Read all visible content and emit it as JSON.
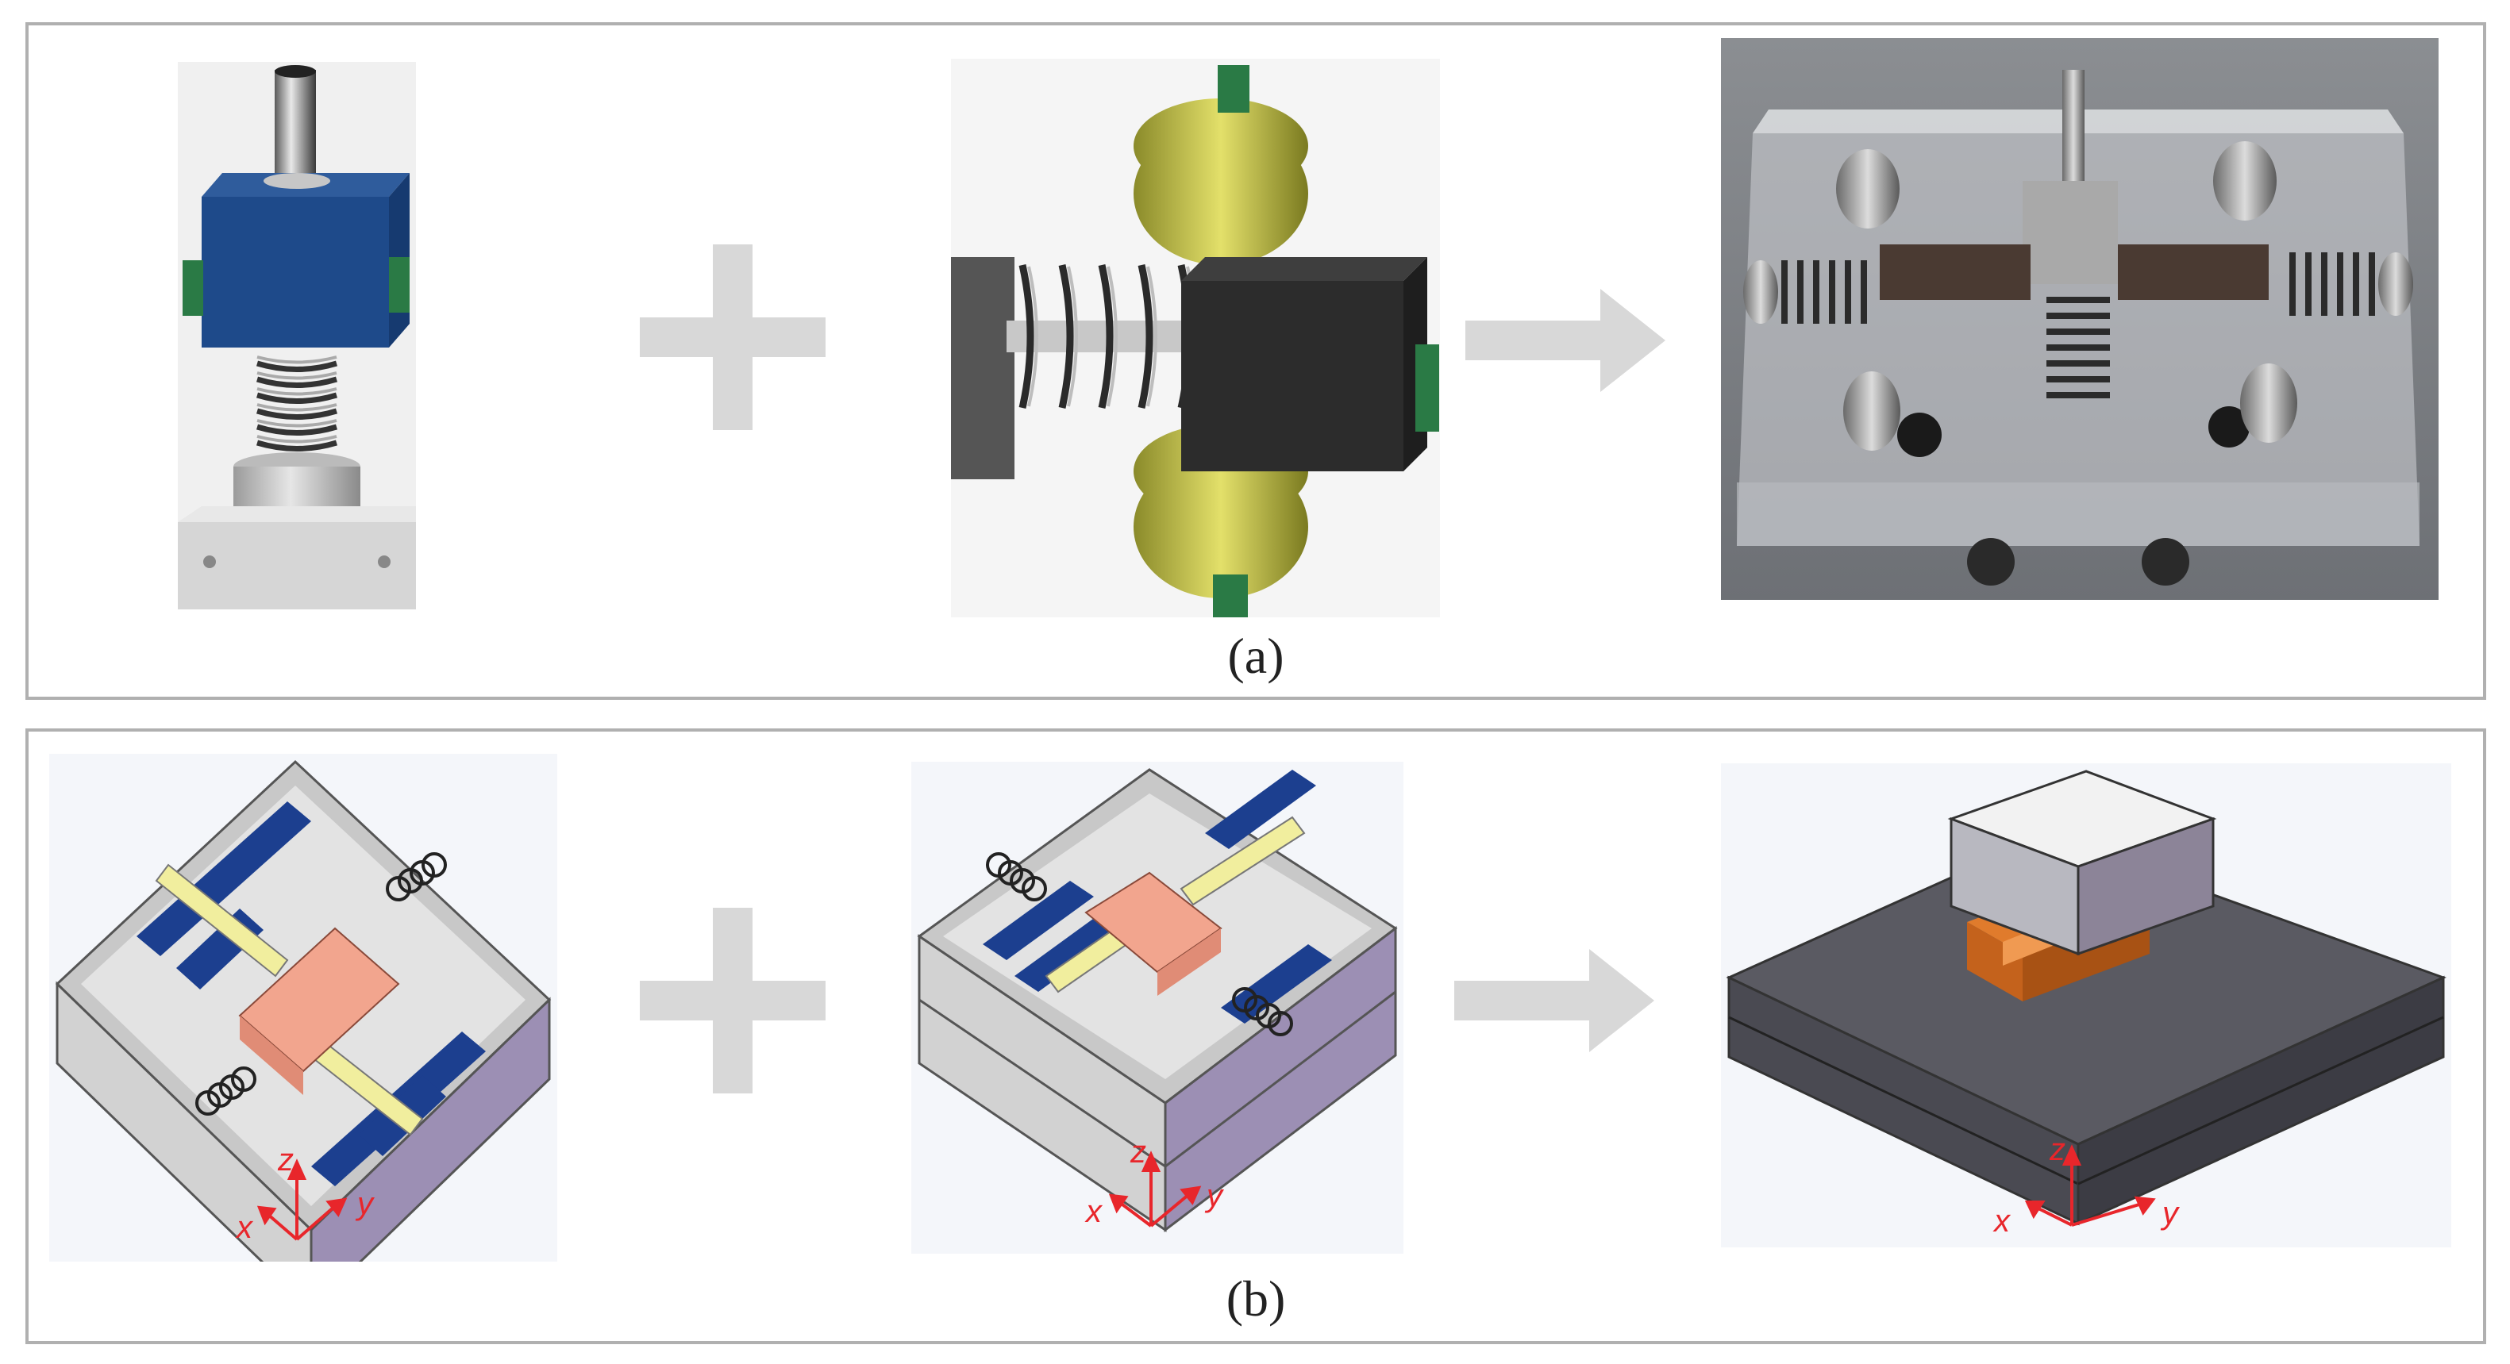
{
  "panel_a": {
    "caption": "(a)",
    "operators": [
      "plus",
      "arrow-right"
    ]
  },
  "panel_b": {
    "caption": "(b)",
    "axes": [
      {
        "x": "x",
        "y": "y",
        "z": "z"
      },
      {
        "x": "x",
        "y": "y",
        "z": "z"
      },
      {
        "x": "x",
        "y": "y",
        "z": "z"
      }
    ],
    "operators": [
      "plus",
      "arrow-right"
    ]
  },
  "colors": {
    "operator_gray": "#d8d8d8",
    "axis_red": "#e8262b",
    "slider_pink": "#f2a58e",
    "rail_blue": "#1c3f8f",
    "shaft_yellow": "#f1ee9e",
    "box_lilac": "#b7adc8",
    "base_dark": "#4a4a52",
    "bracket_orange": "#e07b2c"
  }
}
